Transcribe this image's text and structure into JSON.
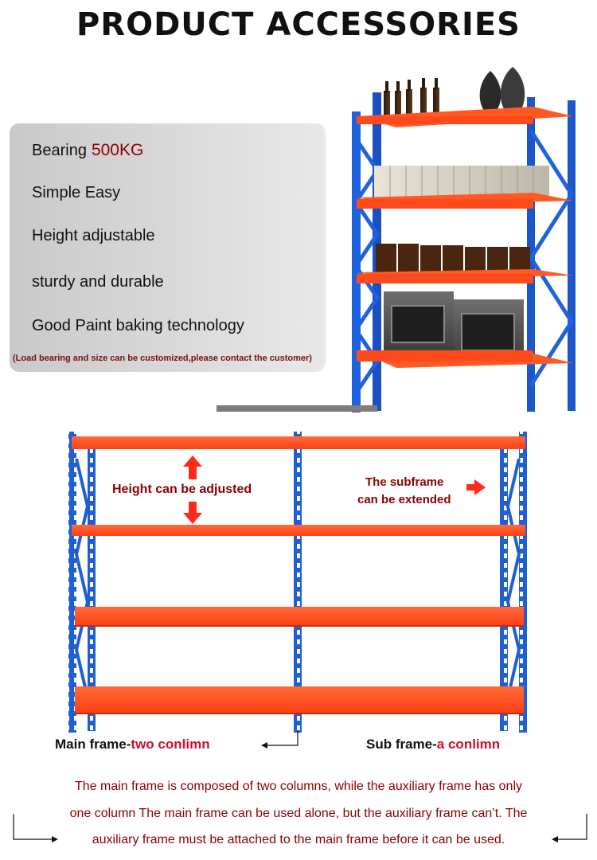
{
  "title": "PRODUCT ACCESSORIES",
  "features": {
    "bearing_label": "Bearing",
    "bearing_value": "500KG",
    "items": [
      "Simple Easy",
      "Height adjustable",
      "sturdy and durable",
      "Good Paint baking technology"
    ],
    "note": "(Load bearing and size can be customized,please contact the customer)"
  },
  "diagram": {
    "height_label": "Height can be adjusted",
    "subframe_line1": "The subframe",
    "subframe_line2": "can be extended"
  },
  "captions": {
    "main_prefix": "Main frame-",
    "main_suffix": "two conlimn",
    "sub_prefix": "Sub frame-",
    "sub_suffix": "a conlimn"
  },
  "paragraph": [
    "The main frame is composed of two columns, while the auxiliary frame has only",
    "one column The main frame can be used alone, but the auxiliary frame can’t. The",
    "auxiliary frame must be attached to the main frame before it can be used."
  ],
  "colors": {
    "accent_red": "#8b0000",
    "shelf_orange": "#ff4a1c",
    "frame_blue": "#1f5fd6"
  }
}
